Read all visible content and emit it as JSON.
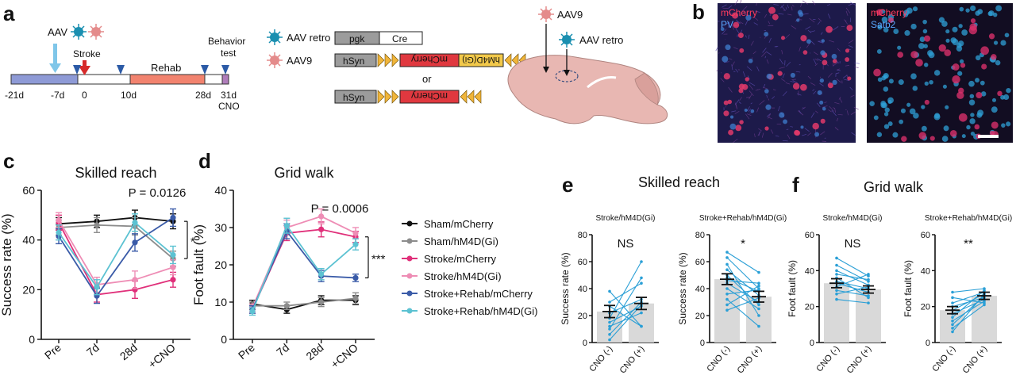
{
  "panels": {
    "a": "a",
    "b": "b",
    "c": "c",
    "d": "d",
    "e": "e",
    "f": "f"
  },
  "schematic": {
    "aav_label": "AAV",
    "stroke_label": "Stroke",
    "rehab_label": "Rehab",
    "behavior_label_1": "Behavior",
    "behavior_label_2": "test",
    "timeline_ticks": [
      "-21d",
      "-7d",
      "0",
      "10d",
      "28d",
      "31d"
    ],
    "cno_label": "CNO",
    "legend_aav_retro": "AAV retro",
    "legend_aav9": "AAV9",
    "construct_pgk": "pgk",
    "construct_cre": "Cre",
    "construct_hsyn_1": "hSyn",
    "construct_mcherry_1": "mCherry",
    "construct_hm4d": "hM4D(Gi)",
    "construct_or": "or",
    "construct_hsyn_2": "hSyn",
    "construct_mcherry_2": "mCherry",
    "brain_aav9": "AAV9",
    "brain_aav_retro": "AAV retro"
  },
  "micrographs": {
    "left_label_1": "mCherry",
    "left_label_2": "PV",
    "right_label_1": "mCherry",
    "right_label_2": "Satb2"
  },
  "colors": {
    "sham_mcherry": "#111111",
    "sham_hm4d": "#8c8c8c",
    "stroke_mcherry": "#e0307a",
    "stroke_hm4d": "#ee8db5",
    "rehab_mcherry": "#3a5ba8",
    "rehab_hm4d": "#5cc2d2",
    "paired_line": "#2a9fd6",
    "bar_fill": "#d9d9d9"
  },
  "legend": [
    "Sham/mCherry",
    "Sham/hM4D(Gi)",
    "Stroke/mCherry",
    "Stroke/hM4D(Gi)",
    "Stroke+Rehab/mCherry",
    "Stroke+Rehab/hM4D(Gi)"
  ],
  "chart_data": [
    {
      "id": "c",
      "type": "line",
      "title": "Skilled reach",
      "ylabel": "Success rate (%)",
      "categories": [
        "Pre",
        "7d",
        "28d",
        "+CNO"
      ],
      "ylim": [
        0,
        60
      ],
      "yticks": [
        0,
        20,
        40,
        60
      ],
      "annotation": "P = 0.0126",
      "significance": "*",
      "series": [
        {
          "name": "Sham/mCherry",
          "values": [
            46.5,
            47.5,
            49,
            47.5
          ],
          "err": [
            2.5,
            2.5,
            3,
            3
          ]
        },
        {
          "name": "Sham/hM4D(Gi)",
          "values": [
            45,
            46,
            45.5,
            32.5
          ],
          "err": [
            3,
            3,
            3.5,
            3
          ]
        },
        {
          "name": "Stroke/mCherry",
          "values": [
            47,
            18,
            20,
            24
          ],
          "err": [
            3,
            3,
            3.5,
            3
          ]
        },
        {
          "name": "Stroke/hM4D(Gi)",
          "values": [
            48,
            22,
            24,
            29
          ],
          "err": [
            3,
            3,
            3.5,
            3
          ]
        },
        {
          "name": "Stroke+Rehab/mCherry",
          "values": [
            41.5,
            17.5,
            39,
            49
          ],
          "err": [
            3,
            3,
            3.5,
            3.5
          ]
        },
        {
          "name": "Stroke+Rehab/hM4D(Gi)",
          "values": [
            43,
            21,
            47,
            34
          ],
          "err": [
            3,
            3,
            3.5,
            3.5
          ]
        }
      ]
    },
    {
      "id": "d",
      "type": "line",
      "title": "Grid walk",
      "ylabel": "Foot fault (%)",
      "categories": [
        "Pre",
        "7d",
        "28d",
        "+CNO"
      ],
      "ylim": [
        0,
        40
      ],
      "yticks": [
        0,
        10,
        20,
        30,
        40
      ],
      "annotation": "P = 0.0006",
      "significance": "***",
      "series": [
        {
          "name": "Sham/mCherry",
          "values": [
            9.5,
            8,
            10.5,
            10.5
          ],
          "err": [
            1,
            1,
            1.2,
            1.2
          ]
        },
        {
          "name": "Sham/hM4D(Gi)",
          "values": [
            9,
            9,
            10,
            11
          ],
          "err": [
            1,
            1,
            1.2,
            1.5
          ]
        },
        {
          "name": "Stroke/mCherry",
          "values": [
            8,
            28.5,
            29.5,
            27.5
          ],
          "err": [
            1,
            2,
            2,
            1.5
          ]
        },
        {
          "name": "Stroke/hM4D(Gi)",
          "values": [
            8.5,
            30,
            33,
            28.5
          ],
          "err": [
            1,
            2,
            2,
            1.5
          ]
        },
        {
          "name": "Stroke+Rehab/mCherry",
          "values": [
            8,
            29,
            17,
            16.5
          ],
          "err": [
            1,
            2,
            1.5,
            1
          ]
        },
        {
          "name": "Stroke+Rehab/hM4D(Gi)",
          "values": [
            7.5,
            30.5,
            17.5,
            25.5
          ],
          "err": [
            1,
            2,
            1.5,
            1.5
          ]
        }
      ]
    },
    {
      "id": "e1",
      "type": "bar",
      "group_title": "Skilled reach",
      "title": "Stroke/hM4D(Gi)",
      "ylabel": "Success rate (%)",
      "categories": [
        "CNO (-)",
        "CNO (+)"
      ],
      "ylim": [
        0,
        80
      ],
      "yticks": [
        0,
        20,
        40,
        60,
        80
      ],
      "values": [
        23,
        29
      ],
      "err": [
        4.5,
        4.5
      ],
      "significance": "NS",
      "pairs": [
        [
          38,
          12
        ],
        [
          30,
          44
        ],
        [
          27,
          12
        ],
        [
          22,
          32
        ],
        [
          18,
          60
        ],
        [
          15,
          27
        ],
        [
          12,
          22
        ],
        [
          10,
          48
        ],
        [
          6,
          30
        ],
        [
          2,
          28
        ]
      ]
    },
    {
      "id": "e2",
      "type": "bar",
      "title": "Stroke+Rehab/hM4D(Gi)",
      "ylabel": "Success rate (%)",
      "categories": [
        "CNO (-)",
        "CNO (+)"
      ],
      "ylim": [
        0,
        80
      ],
      "yticks": [
        0,
        20,
        40,
        60,
        80
      ],
      "values": [
        47,
        34
      ],
      "err": [
        4,
        4
      ],
      "significance": "*",
      "pairs": [
        [
          67,
          52
        ],
        [
          63,
          40
        ],
        [
          58,
          20
        ],
        [
          54,
          35
        ],
        [
          50,
          28
        ],
        [
          48,
          38
        ],
        [
          46,
          44
        ],
        [
          44,
          30
        ],
        [
          40,
          25
        ],
        [
          36,
          39
        ],
        [
          32,
          12
        ],
        [
          28,
          42
        ],
        [
          24,
          33
        ]
      ]
    },
    {
      "id": "f1",
      "type": "bar",
      "group_title": "Grid walk",
      "title": "Stroke/hM4D(Gi)",
      "ylabel": "Foot fault (%)",
      "categories": [
        "CNO (-)",
        "CNO (+)"
      ],
      "ylim": [
        0,
        60
      ],
      "yticks": [
        0,
        20,
        40,
        60
      ],
      "values": [
        33,
        29.5
      ],
      "err": [
        2.5,
        2
      ],
      "significance": "NS",
      "pairs": [
        [
          47,
          37
        ],
        [
          43,
          34
        ],
        [
          40,
          32
        ],
        [
          38,
          35
        ],
        [
          36,
          25
        ],
        [
          34,
          30
        ],
        [
          33,
          28
        ],
        [
          31,
          38
        ],
        [
          29,
          26
        ],
        [
          27,
          31
        ],
        [
          24,
          22
        ]
      ]
    },
    {
      "id": "f2",
      "type": "bar",
      "title": "Stroke+Rehab/hM4D(Gi)",
      "ylabel": "Foot fault (%)",
      "categories": [
        "CNO (-)",
        "CNO (+)"
      ],
      "ylim": [
        0,
        60
      ],
      "yticks": [
        0,
        20,
        40,
        60
      ],
      "values": [
        18,
        26
      ],
      "err": [
        2,
        2
      ],
      "significance": "**",
      "pairs": [
        [
          28,
          30
        ],
        [
          25,
          22
        ],
        [
          22,
          28
        ],
        [
          20,
          25
        ],
        [
          18,
          27
        ],
        [
          16,
          24
        ],
        [
          14,
          29
        ],
        [
          12,
          23
        ],
        [
          10,
          26
        ],
        [
          8,
          21
        ],
        [
          6,
          27
        ]
      ]
    }
  ]
}
